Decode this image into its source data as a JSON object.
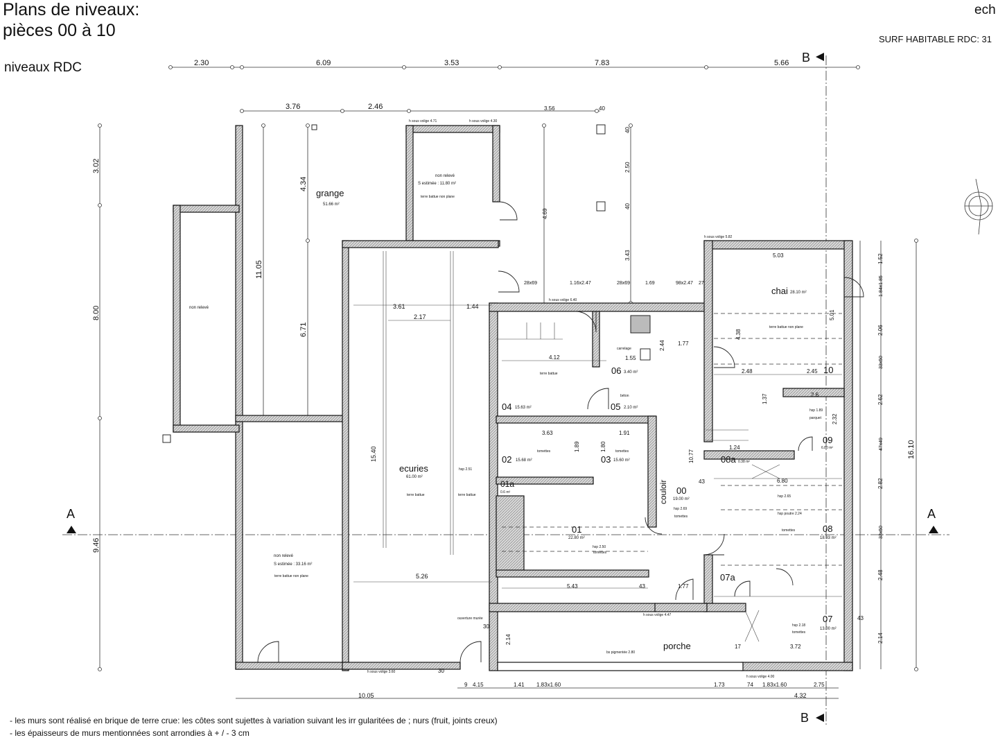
{
  "header": {
    "title_line1": "Plans de niveaux:",
    "title_line2": "pièces 00 à 10",
    "subtitle": "niveaux RDC",
    "top_right": "ech",
    "surface": "SURF HABITABLE RDC: 31"
  },
  "sections": {
    "section_b": "B",
    "section_a": "A"
  },
  "dimensions": {
    "top_row": [
      "2.30",
      "6.09",
      "3.53",
      "7.83",
      "5.66"
    ],
    "second_row": [
      "3.76",
      "2.46"
    ],
    "top_mid": [
      "3.56",
      "40"
    ],
    "left_column": [
      "3.02",
      "8.00",
      "9.46"
    ],
    "grange_inner": [
      "4.34",
      "11.05",
      "6.71"
    ],
    "ecuries": [
      "3.61",
      "2.17",
      "1.44",
      "5.26",
      "15.40"
    ],
    "central": [
      "4.12",
      "1.55",
      "3.63",
      "1.91",
      "1.89",
      "1.80",
      "5.43",
      "1.77",
      "10.77",
      "2.44",
      "1.77"
    ],
    "middle_vertical": [
      "40",
      "2.50",
      "40",
      "3.43",
      "4.69"
    ],
    "openings_row": [
      "28x69",
      "1.16x2.47",
      "28x69",
      "1.69",
      "98x2.47",
      "27"
    ],
    "chai": [
      "5.03",
      "5.01",
      "2.48",
      "2.45",
      "2.6",
      "4.38",
      "1.37",
      "2.32",
      "6.80"
    ],
    "right_column": [
      "1.52",
      "1.84x1.85",
      "2.06",
      "33x50",
      "2.62",
      "47x49",
      "2.82",
      "33x50",
      "2.48",
      "2.14",
      "16.10"
    ],
    "bottom_row": [
      "9",
      "4.15",
      "1.41",
      "1.83x1.60",
      "1.73",
      "74",
      "1.83x1.60",
      "2.75"
    ],
    "bottom_totals": [
      "10.05",
      "4.32"
    ],
    "misc": [
      "30",
      "30",
      "17",
      "3.72",
      "43",
      "43",
      "43",
      "1.24",
      "2.14"
    ]
  },
  "rooms": {
    "grange": {
      "name": "grange",
      "area": "51.66 m²"
    },
    "non_releve_top": {
      "name": "non relevé",
      "area": "S estimée : 11.80 m²",
      "note": "terre battue non plane"
    },
    "non_releve_left": {
      "name": "non relevé"
    },
    "non_releve_bottom": {
      "name": "non relevé",
      "area": "S estimée : 33.16 m²",
      "note": "terre battue non plane"
    },
    "ecuries": {
      "name": "ecuries",
      "area": "61.00 m²",
      "note1": "terre battue",
      "note2": "terre battue",
      "hsp": "hsp 2.51"
    },
    "chai": {
      "name": "chai",
      "area": "28.10 m²",
      "note": "terre battue non plane"
    },
    "r00": {
      "num": "00",
      "area": "19.00 m²",
      "hsp": "hsp 2.69",
      "note": "tomettes"
    },
    "couloir": {
      "name": "couloir"
    },
    "r01": {
      "num": "01",
      "area": "22.80 m²",
      "hsp": "hsp 2.50",
      "note": "tomettes"
    },
    "r01a": {
      "num": "01a",
      "area": "0.6 m²"
    },
    "r02": {
      "num": "02",
      "area": "15.68 m²",
      "note": "tomettes"
    },
    "r03": {
      "num": "03",
      "area": "15.60 m²",
      "note": "tomettes"
    },
    "r04": {
      "num": "04",
      "area": "15.63 m²",
      "note": "terre battue"
    },
    "r05": {
      "num": "05",
      "area": "2.10 m²",
      "note": "béton"
    },
    "r06": {
      "num": "06",
      "area": "3.40 m²",
      "note": "carrelage"
    },
    "r07": {
      "num": "07",
      "area": "13.00 m²",
      "hsp": "hsp 2.18",
      "note": "tomettes"
    },
    "r07a": {
      "num": "07a"
    },
    "r08": {
      "num": "08",
      "area": "18.93 m²",
      "hsp": "hsp 2.65",
      "hsp2": "hsp poutre 2.24",
      "note2": "tomettes"
    },
    "r08a": {
      "num": "08a",
      "area": "0.38 m²"
    },
    "r09": {
      "num": "09",
      "area": "6.80 m²",
      "hsp": "hsp 1.89",
      "note": "parquet"
    },
    "r10": {
      "num": "10"
    },
    "porche": {
      "name": "porche",
      "note": "bs pigmentée 2.80"
    }
  },
  "annotations": {
    "h_sous_volige_a": "h sous volige 4.71",
    "h_sous_volige_b": "h sous volige 4.30",
    "h_sous_volige_c": "h sous volige 6.40",
    "h_sous_volige_d": "h sous volige 5.82",
    "h_sous_volige_e": "h sous volige 4.47",
    "h_sous_volige_f": "h sous volige 3.60",
    "h_sous_volige_g": "h sous volige 4.00",
    "ecurie_note": "ouverture murée"
  },
  "notes": {
    "line1": "- les murs sont réalisé en brique de terre crue: les côtes sont sujettes à variation suivant les irr  gularitées de  ;  nurs (fruit, joints creux)",
    "line2": "- les épaisseurs de murs mentionnées sont arrondies à + / - 3 cm"
  },
  "colors": {
    "ink": "#111111",
    "wall_fill": "#d6d6d6",
    "background": "#ffffff"
  },
  "icons": [
    "north-arrow-compass-icon",
    "section-arrow-icon"
  ]
}
